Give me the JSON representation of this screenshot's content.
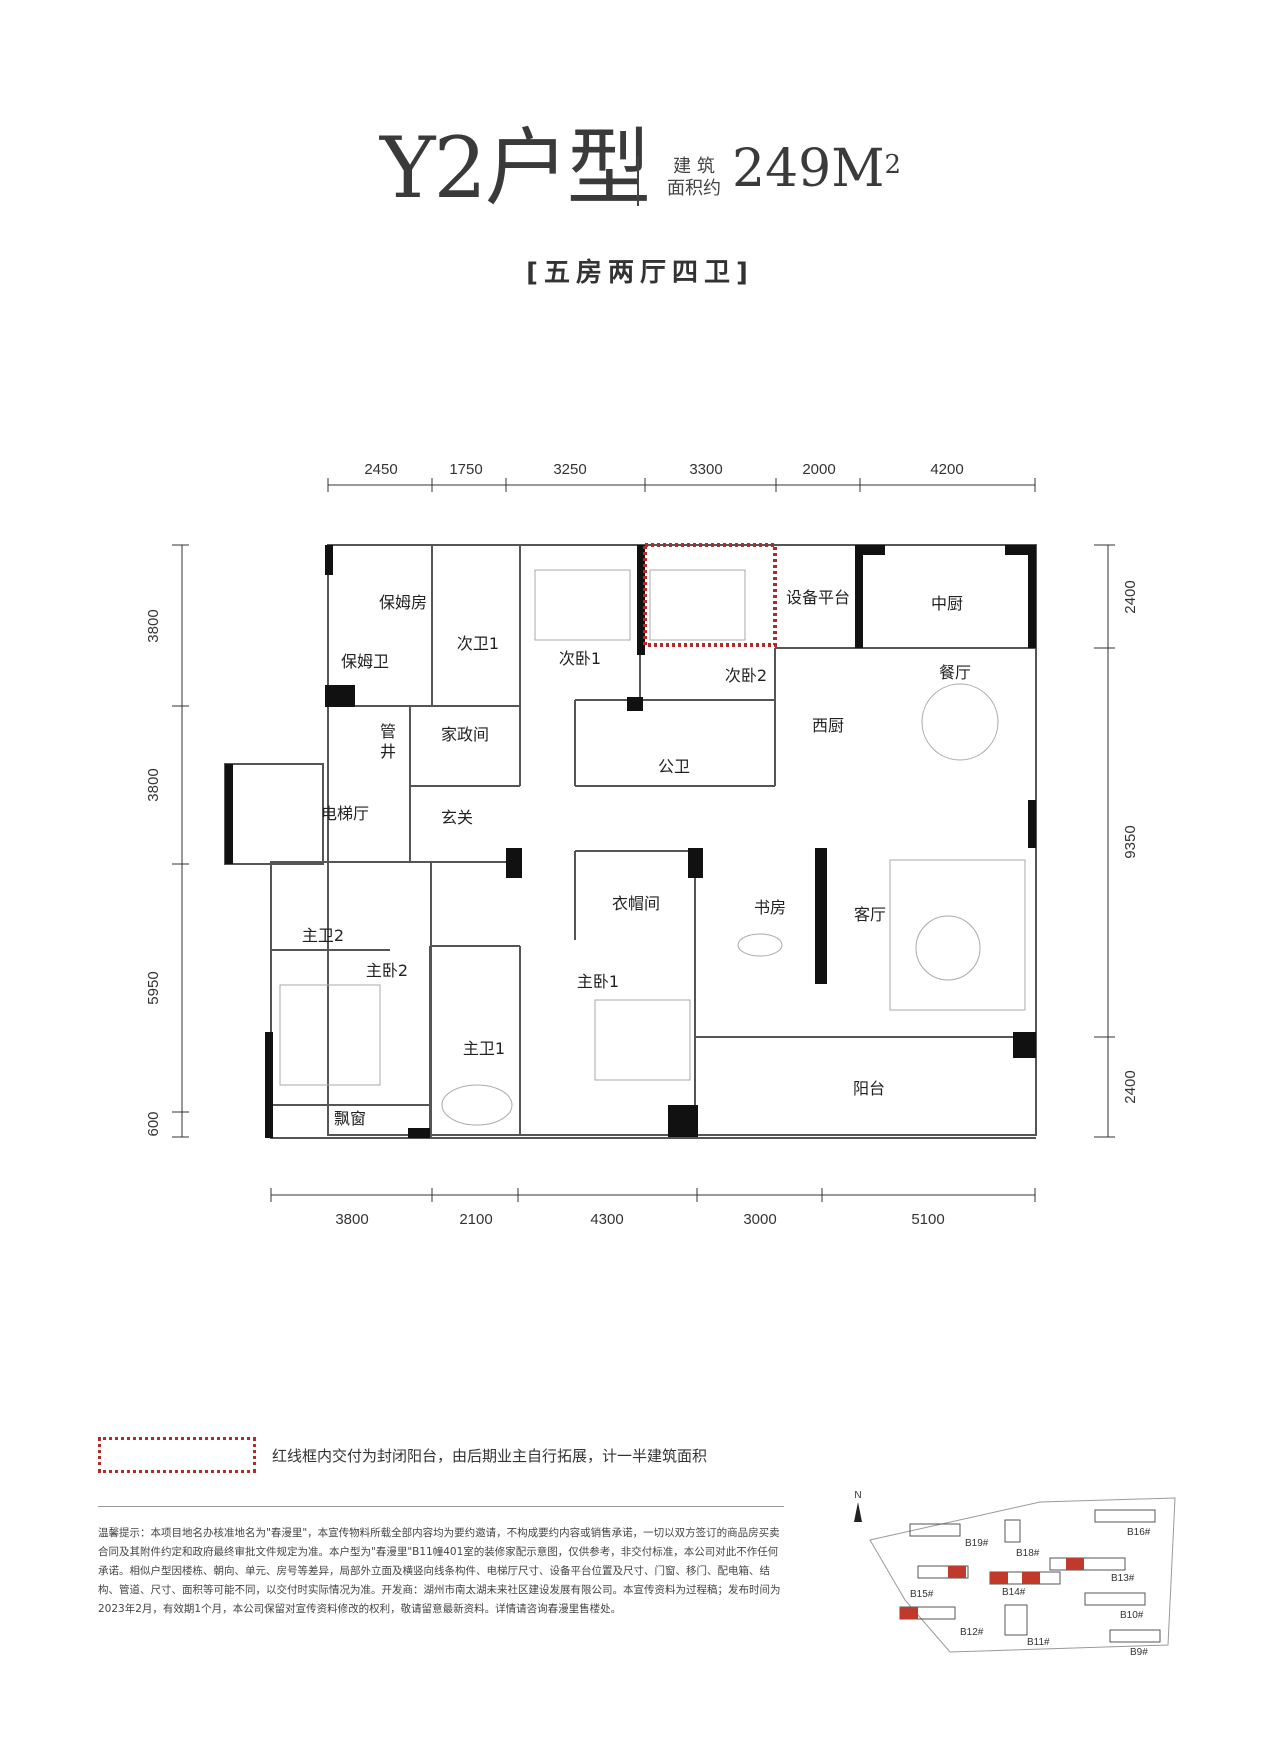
{
  "title": {
    "type_name": "Y2户型",
    "area_label_line1": "建 筑",
    "area_label_line2": "面积约",
    "area_value": "249M",
    "area_sup": "2",
    "layout": "[五房两厅四卫]"
  },
  "dimensions": {
    "top": [
      "2450",
      "1750",
      "3250",
      "3300",
      "2000",
      "4200"
    ],
    "bottom": [
      "3800",
      "2100",
      "4300",
      "3000",
      "5100"
    ],
    "left": [
      "3800",
      "3800",
      "5950",
      "600"
    ],
    "right": [
      "2400",
      "9350",
      "2400"
    ]
  },
  "rooms": {
    "nanny_room": "保姆房",
    "nanny_bath": "保姆卫",
    "second_bath1": "次卫1",
    "second_bed1": "次卧1",
    "second_bed2": "次卧2",
    "equipment_platform": "设备平台",
    "chinese_kitchen": "中厨",
    "dining": "餐厅",
    "western_kitchen": "西厨",
    "pipe_shaft_1": "管",
    "pipe_shaft_2": "井",
    "housekeeping": "家政间",
    "public_bath": "公卫",
    "elevator_hall": "电梯厅",
    "foyer": "玄关",
    "cloakroom": "衣帽间",
    "study": "书房",
    "living": "客厅",
    "master_bath2": "主卫2",
    "master_bed2": "主卧2",
    "master_bed1": "主卧1",
    "master_bath1": "主卫1",
    "bay_window": "飘窗",
    "balcony": "阳台"
  },
  "legend": {
    "text": "红线框内交付为封闭阳台，由后期业主自行拓展，计一半建筑面积",
    "color": "#b22a2a"
  },
  "disclaimer": "温馨提示：本项目地名办核准地名为\"春漫里\"，本宣传物料所载全部内容均为要约邀请，不构成要约内容或销售承诺，一切以双方签订的商品房买卖合同及其附件约定和政府最终审批文件规定为准。本户型为\"春漫里\"B11幢401室的装修家配示意图，仅供参考，非交付标准，本公司对此不作任何承诺。相似户型因楼栋、朝向、单元、房号等差异，局部外立面及横竖向线条构件、电梯厅尺寸、设备平台位置及尺寸、门窗、移门、配电箱、结构、管道、尺寸、面积等可能不同，以交付时实际情况为准。开发商：湖州市南太湖未来社区建设发展有限公司。本宣传资料为过程稿；发布时间为2023年2月，有效期1个月，本公司保留对宣传资料修改的权利，敬请留意最新资料。详情请咨询春漫里售楼处。",
  "site_map": {
    "north": "N",
    "buildings": [
      "B16#",
      "B19#",
      "B18#",
      "B13#",
      "B15#",
      "B14#",
      "B10#",
      "B12#",
      "B11#",
      "B9#"
    ]
  }
}
